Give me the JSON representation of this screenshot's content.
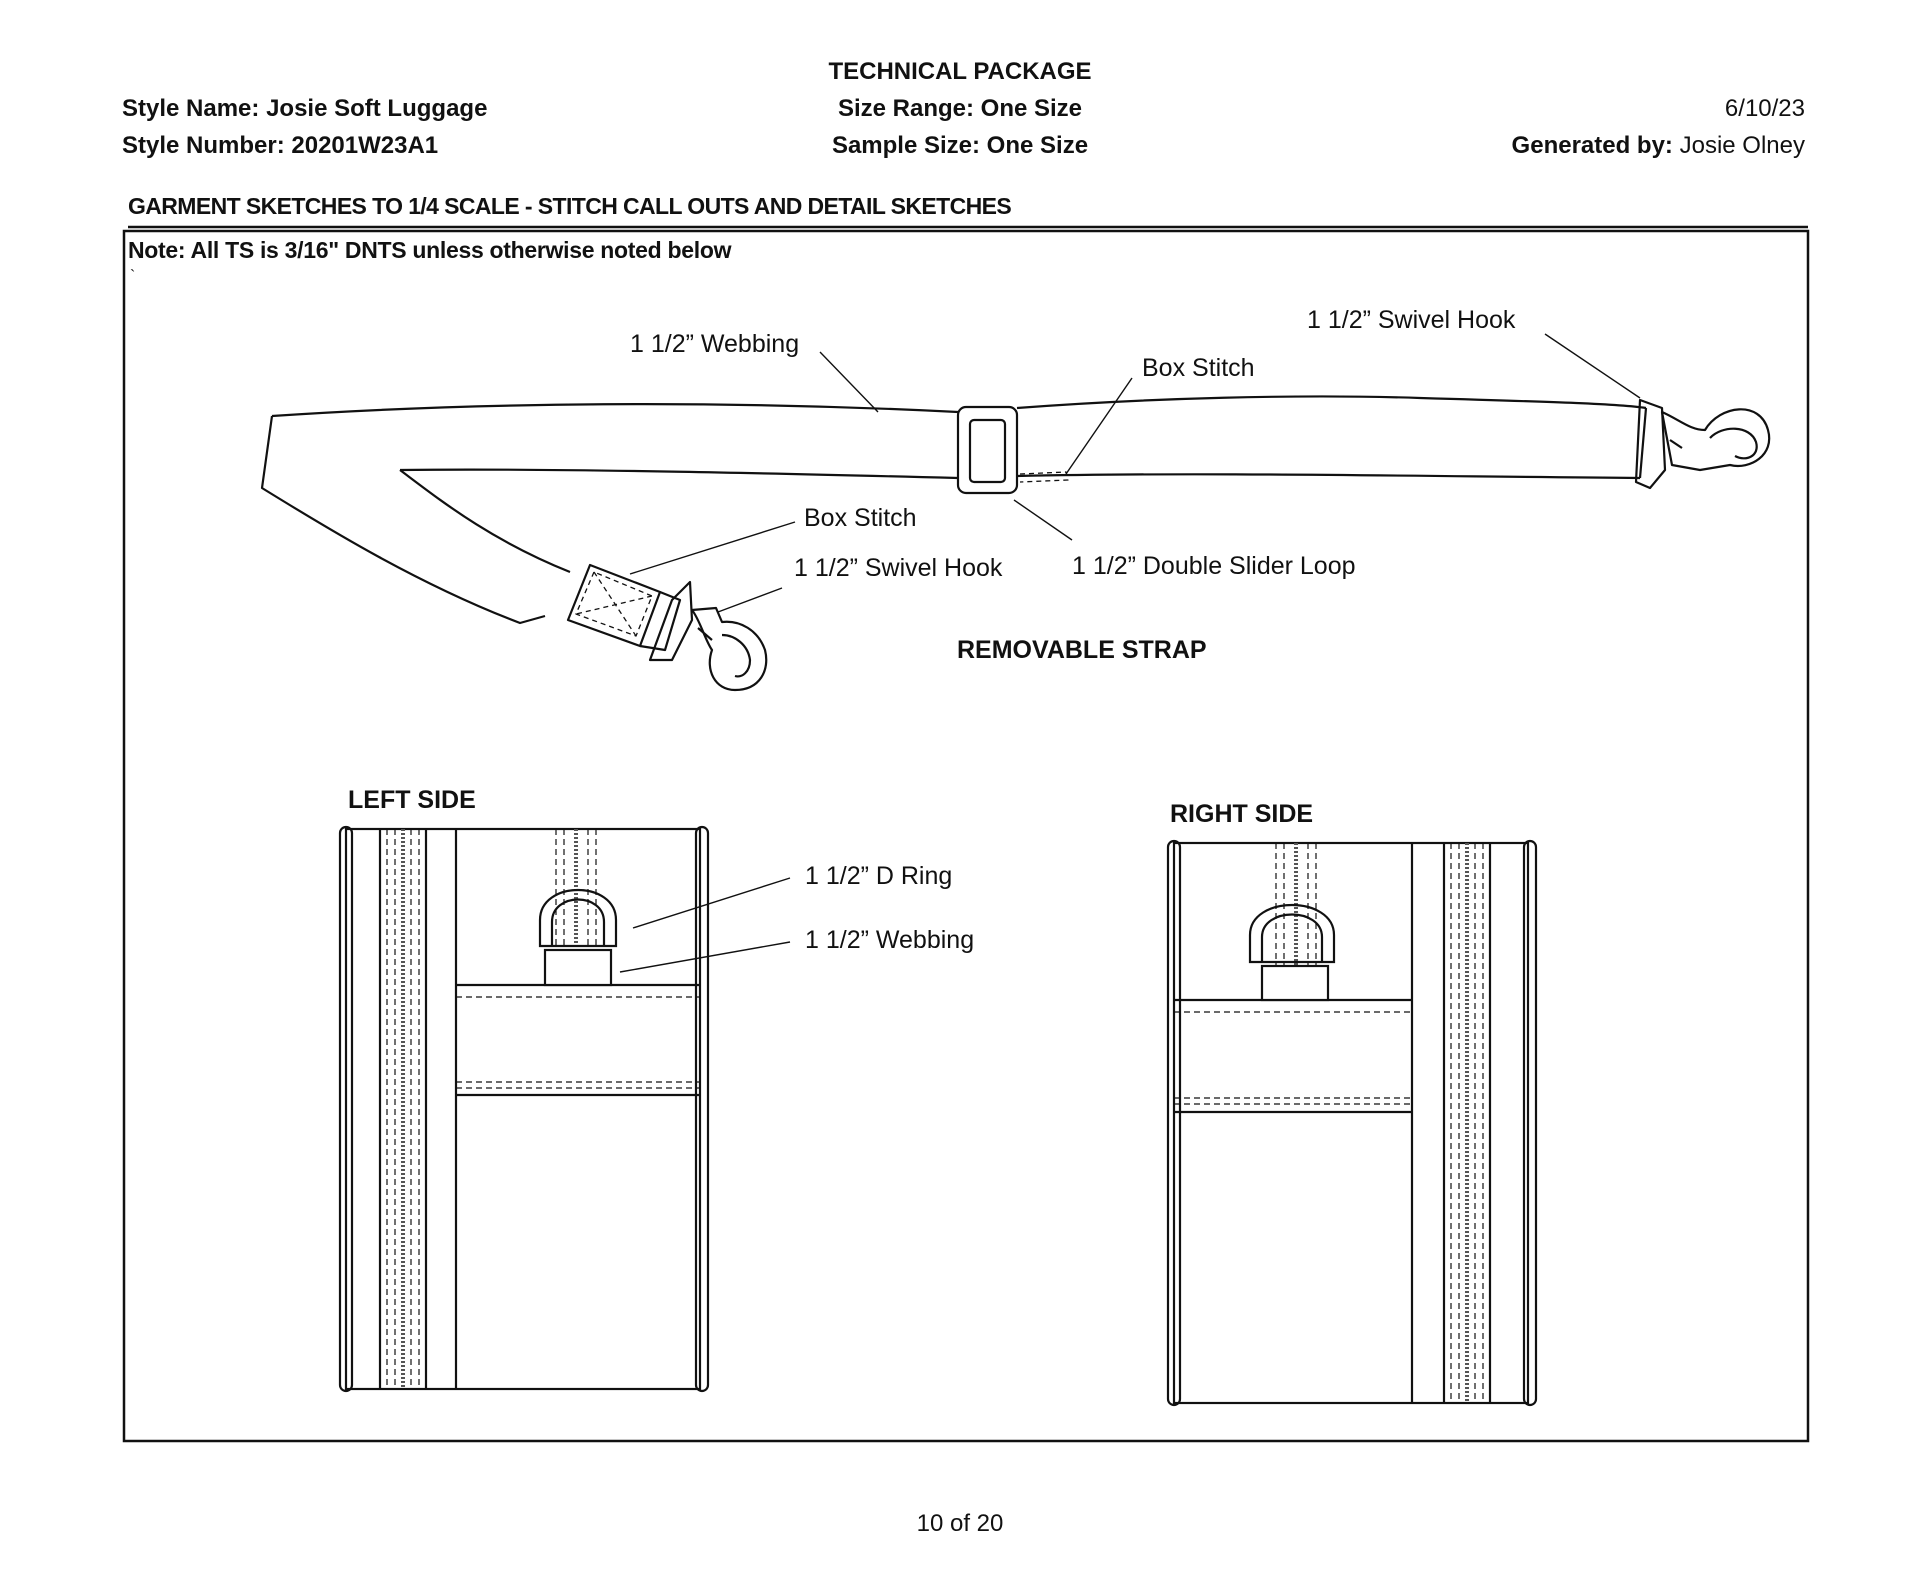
{
  "header": {
    "doc_title": "TECHNICAL PACKAGE",
    "style_name_label": "Style Name:",
    "style_name_value": "Josie Soft Luggage",
    "style_number_label": "Style Number:",
    "style_number_value": "20201W23A1",
    "size_range_label": "Size Range:",
    "size_range_value": "One Size",
    "sample_size_label": "Sample Size:",
    "sample_size_value": "One Size",
    "date": "6/10/23",
    "generated_by_label": "Generated by:",
    "generated_by_value": "Josie Olney"
  },
  "section": {
    "title": "GARMENT SKETCHES TO 1/4  SCALE - STITCH CALL OUTS AND DETAIL SKETCHES",
    "note": "Note: All TS is 3/16\" DNTS unless otherwise noted below",
    "tick": "`"
  },
  "strap": {
    "title": "REMOVABLE STRAP",
    "callouts": {
      "webbing": "1 1/2” Webbing",
      "box_stitch_top": "Box Stitch",
      "swivel_hook_right": "1 1/2” Swivel Hook",
      "box_stitch_bottom": "Box Stitch",
      "swivel_hook_left": "1 1/2” Swivel Hook",
      "double_slider_loop": "1 1/2” Double Slider Loop"
    }
  },
  "left_side": {
    "title": "LEFT SIDE",
    "callouts": {
      "d_ring": "1 1/2” D Ring",
      "webbing": "1 1/2” Webbing"
    }
  },
  "right_side": {
    "title": "RIGHT SIDE"
  },
  "footer": {
    "page": "10 of 20"
  }
}
